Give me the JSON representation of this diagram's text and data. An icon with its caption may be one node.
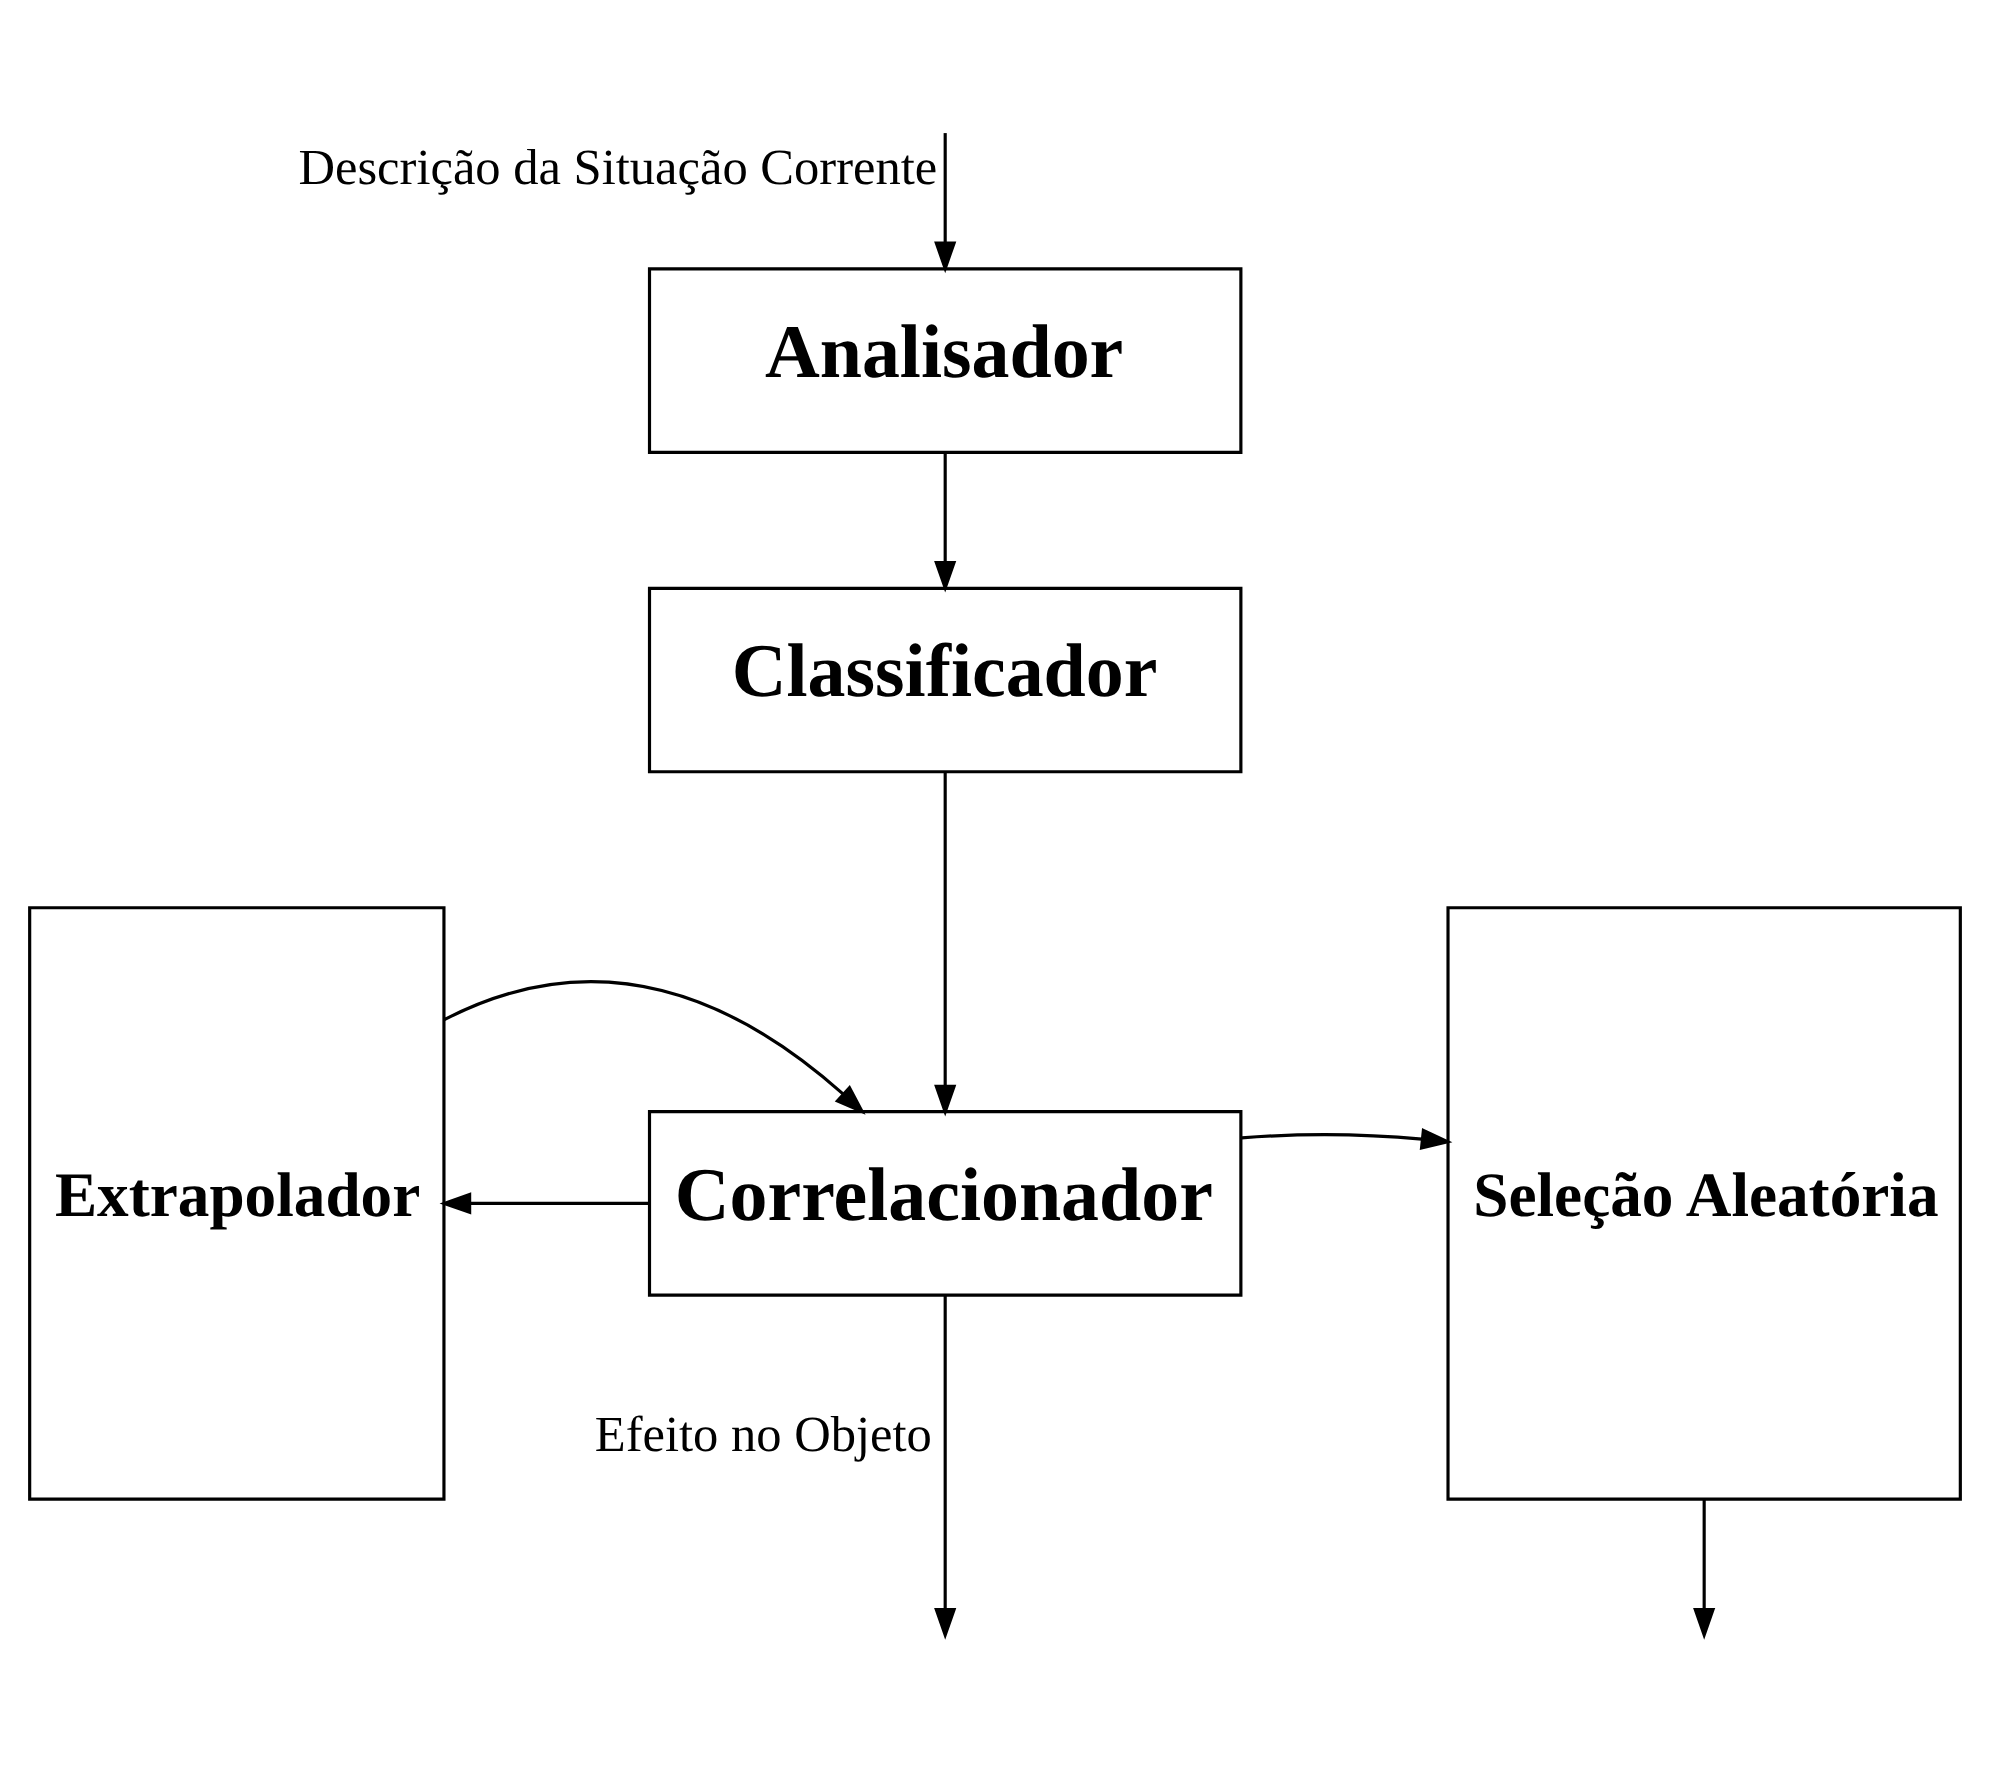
{
  "diagram": {
    "nodes": [
      {
        "text": [
          "Analisador"
        ]
      },
      {
        "text": [
          "Classificador"
        ]
      },
      {
        "text": [
          "Correlacionador"
        ]
      },
      {
        "text": [
          "Extrapolador"
        ]
      },
      {
        "text": [
          "Seleção Aleatória"
        ]
      }
    ],
    "edges": [
      {
        "from": null,
        "to": 0,
        "arrow": "to",
        "label": "Descrição da Situação Corrente"
      },
      {
        "from": 0,
        "to": 1,
        "arrow": "to"
      },
      {
        "from": 1,
        "to": 2,
        "arrow": "to"
      },
      {
        "from": 2,
        "to": 3,
        "arrow": "to"
      },
      {
        "from": 3,
        "to": 2,
        "arrow": "to"
      },
      {
        "from": 2,
        "to": 4,
        "arrow": "to"
      },
      {
        "from": 2,
        "to": null,
        "arrow": "to",
        "label": "Efeito no Objeto"
      },
      {
        "from": 4,
        "to": null,
        "arrow": "to"
      }
    ]
  }
}
